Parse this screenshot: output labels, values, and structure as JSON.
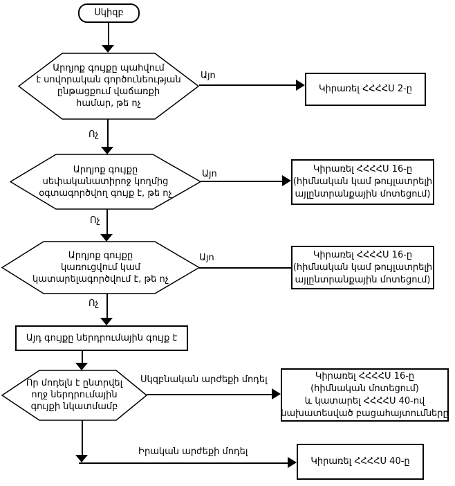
{
  "palette": {
    "background": "#ffffff",
    "stroke": "#000000",
    "text": "#000000"
  },
  "flow": {
    "start": {
      "label": "Սկիզբ"
    },
    "yes_label": "Այո",
    "no_label": "Ոչ",
    "d1": {
      "lines": [
        "Արդյոք գույքը պահվում",
        "է սովորական գործունեության",
        "ընթացքում վաճառքի",
        "համար, թե ոչ"
      ]
    },
    "d2": {
      "lines": [
        "Արդյոք գույքը",
        "սեփականատիրոջ կողմից",
        "օգտագործվող գույք է, թե ոչ"
      ]
    },
    "d3": {
      "lines": [
        "Արդյոք գույքը",
        "կառուցվում կամ",
        "կատարելագործվում է, թե ոչ"
      ]
    },
    "d4": {
      "lines": [
        "Որ մոդելն է ընտրվել",
        "ողջ ներդրումային",
        "գույքի նկատմամբ"
      ]
    },
    "process": {
      "label": "Այդ գույքը ներդրումային գույք է"
    },
    "r1": {
      "lines": [
        "Կիրառել ՀՀՀՀՍ 2-ը"
      ]
    },
    "r2": {
      "lines": [
        "Կիրառել ՀՀՀՀՍ 16-ը",
        "(հիմնական կամ թույլատրելի",
        "այլընտրանքային մոտեցում)"
      ]
    },
    "r3": {
      "lines": [
        "Կիրառել ՀՀՀՀՍ 16-ը",
        "(հիմնական կամ թույլատրելի",
        "այլընտրանքային մոտեցում)"
      ]
    },
    "r4": {
      "lines": [
        "Կիրառել ՀՀՀՀՍ 16-ը",
        "(հիմնական մոտեցում)",
        "և կատարել ՀՀՀՀՍ 40-ով",
        "նախատեսված բացահայտումները"
      ]
    },
    "r5": {
      "lines": [
        "Կիրառել ՀՀՀՀՍ 40-ը"
      ]
    },
    "branch_cost_label": "Սկզբնական արժեքի մոդել",
    "branch_fair_label": "Իրական արժեքի մոդել"
  }
}
